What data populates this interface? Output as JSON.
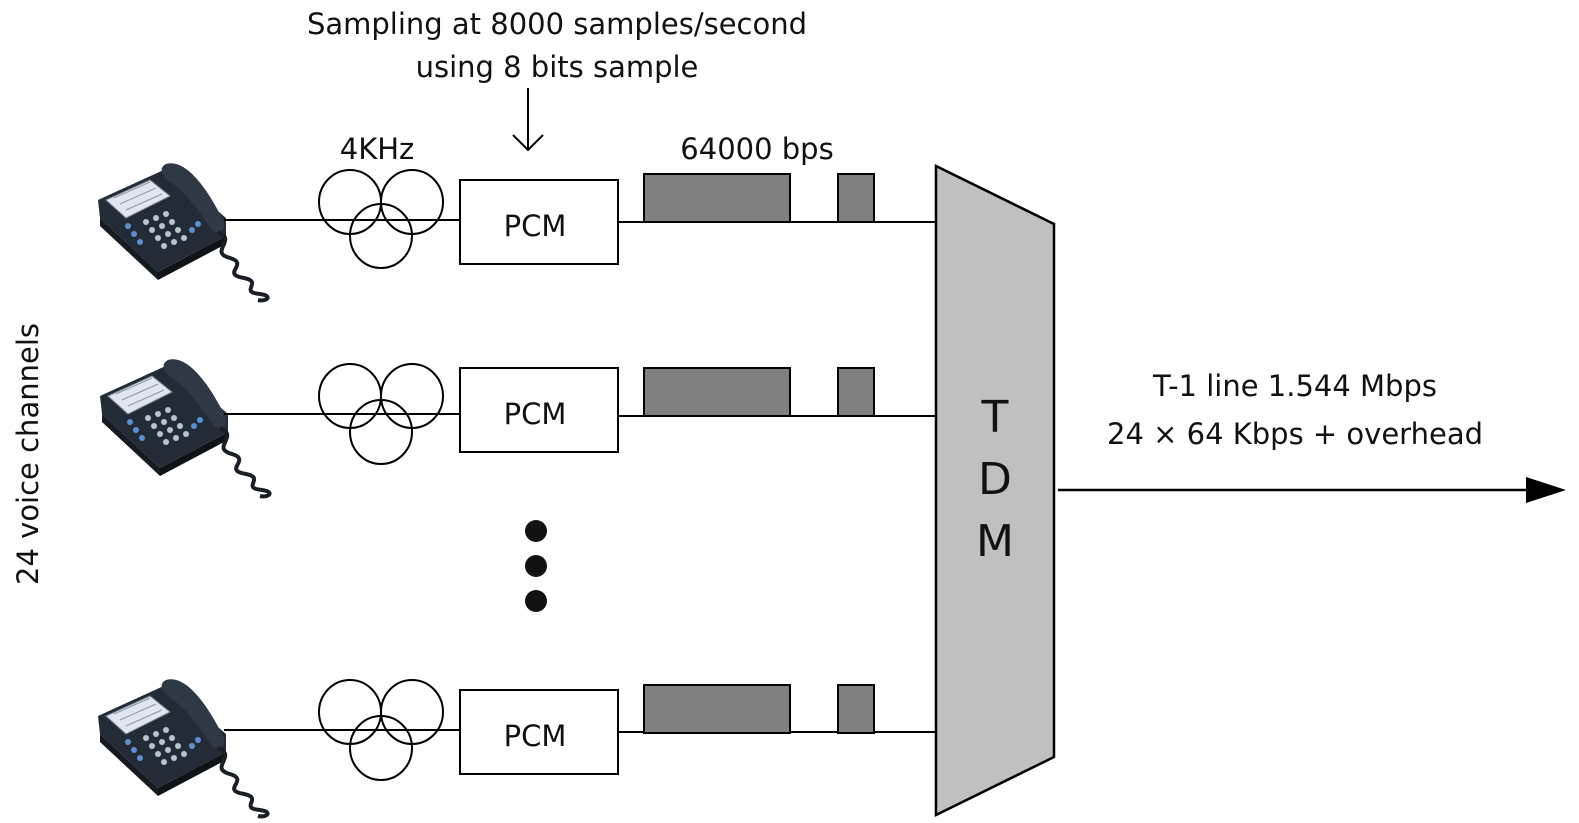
{
  "side_label": "24 voice channels",
  "sampling_note": {
    "line1": "Sampling at 8000 samples/second",
    "line2": "using 8 bits sample"
  },
  "frequency_label": "4KHz",
  "rate_label": "64000 bps",
  "encoder_label": "PCM",
  "mux_label": [
    "T",
    "D",
    "M"
  ],
  "output_label": {
    "line1": "T-1 line 1.544 Mbps",
    "line2": "24 × 64 Kbps + overhead"
  },
  "channels_drawn": 3,
  "icons": {
    "phone": "telephone-icon",
    "ellipsis": "vertical-ellipsis-icon",
    "arrow": "arrow-right-icon"
  },
  "colors": {
    "mux_fill": "#c0c0c0",
    "bit_block_fill": "#808080",
    "phone_body": "#2b3440",
    "line": "#000000"
  }
}
